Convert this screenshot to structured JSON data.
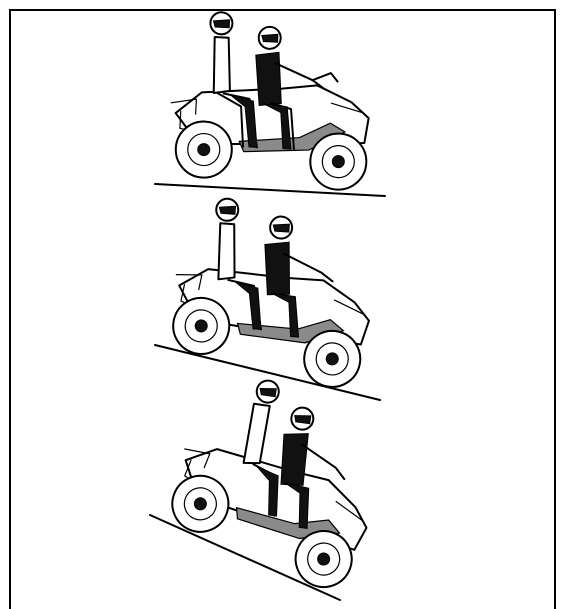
{
  "illustration": {
    "panels": [
      {
        "slope_deg": 3
      },
      {
        "slope_deg": 12
      },
      {
        "slope_deg": 22
      }
    ]
  },
  "colors": {
    "line": "#000000",
    "background": "#ffffff",
    "floor_shade": "#8a8a8a"
  }
}
